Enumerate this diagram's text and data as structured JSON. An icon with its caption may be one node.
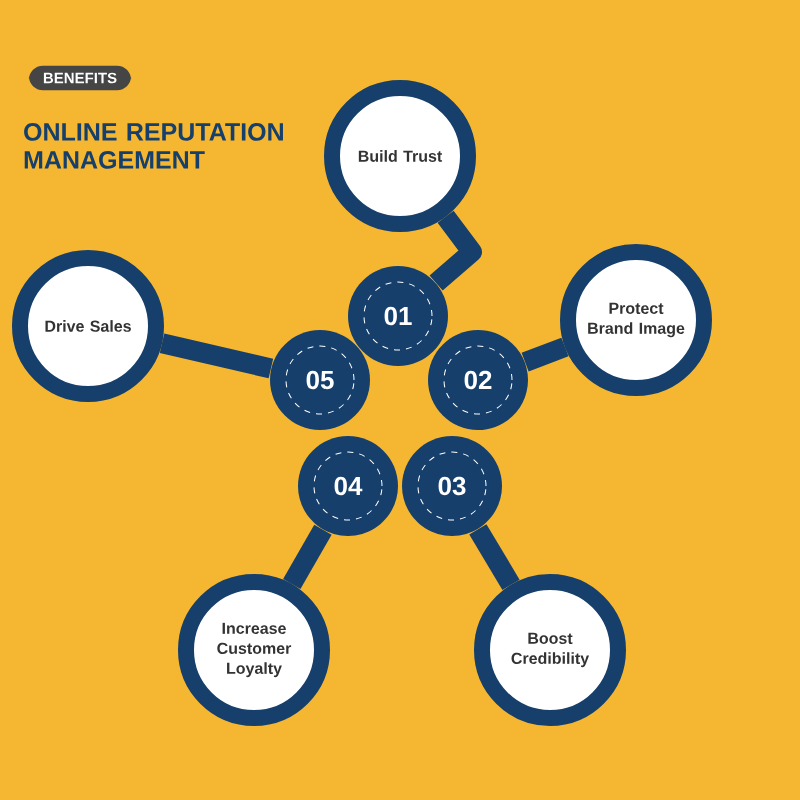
{
  "diagram": {
    "title": "ONLINE REPUTATION MANAGEMENT",
    "nodes": [
      {
        "text": [
          "01"
        ]
      },
      {
        "text": [
          "02"
        ]
      },
      {
        "text": [
          "03"
        ]
      },
      {
        "text": [
          "04"
        ]
      },
      {
        "text": [
          "05"
        ]
      },
      {
        "text": [
          "Build Trust"
        ]
      },
      {
        "text": [
          "Protect Brand Image"
        ]
      },
      {
        "text": [
          "Boost Credibility"
        ]
      },
      {
        "text": [
          "Increase Customer Loyalty"
        ]
      },
      {
        "text": [
          "Drive Sales"
        ]
      }
    ],
    "edges": [
      {
        "from": 0,
        "to": 5,
        "arrow": "none"
      },
      {
        "from": 1,
        "to": 6,
        "arrow": "none"
      },
      {
        "from": 2,
        "to": 7,
        "arrow": "none"
      },
      {
        "from": 3,
        "to": 8,
        "arrow": "none"
      },
      {
        "from": 4,
        "to": 9,
        "arrow": "none"
      }
    ],
    "labels": [
      "BENEFITS"
    ]
  }
}
